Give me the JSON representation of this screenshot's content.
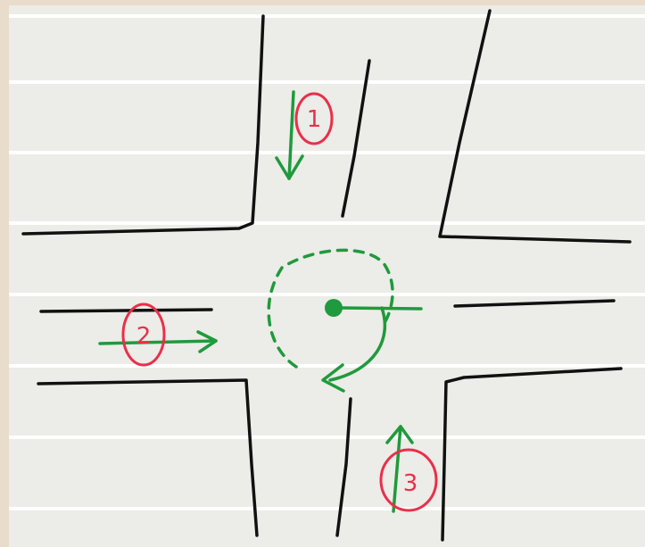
{
  "diagram": {
    "markers": [
      {
        "id": "1",
        "label": "1"
      },
      {
        "id": "2",
        "label": "2"
      },
      {
        "id": "3",
        "label": "3"
      }
    ],
    "colors": {
      "paper_border": "#e9dccb",
      "paper": "#ecece8",
      "ruled_line": "#ffffff",
      "road_ink": "#111111",
      "arrow_ink": "#1f9a3c",
      "marker_ink": "#e8304a"
    }
  }
}
